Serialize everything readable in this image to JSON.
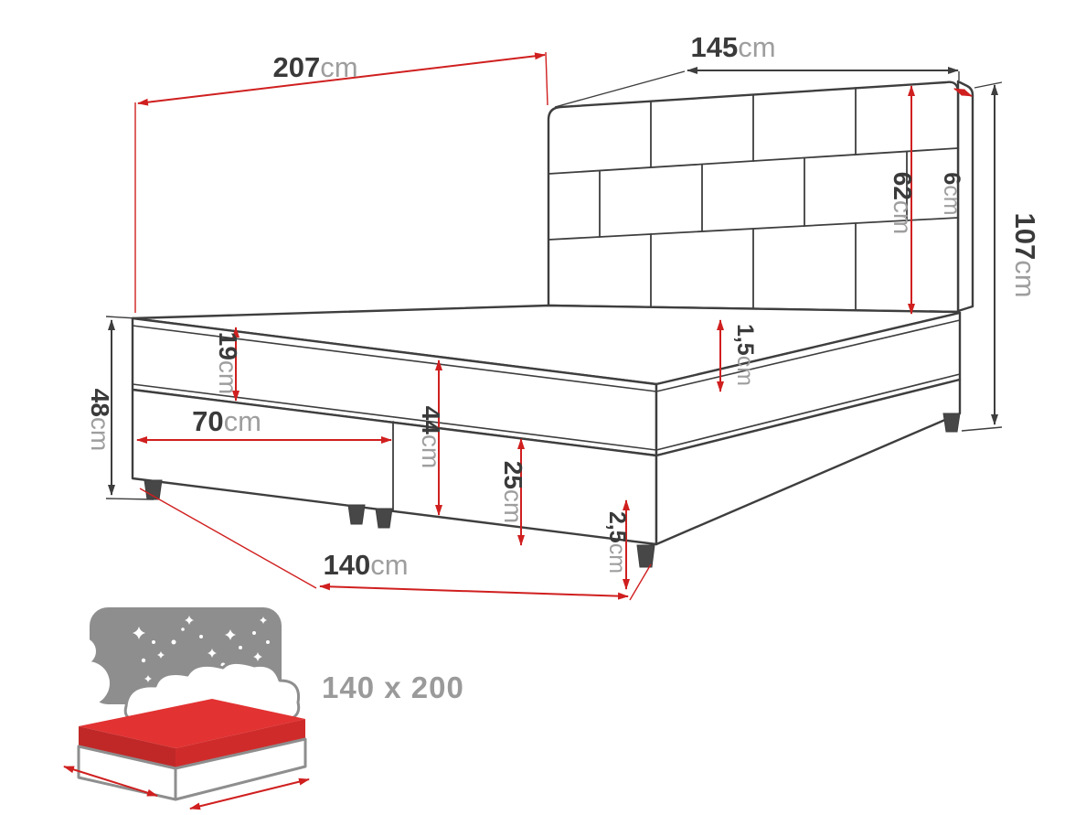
{
  "diagram": {
    "dims": {
      "d207": {
        "value": "207",
        "unit": "cm"
      },
      "d145": {
        "value": "145",
        "unit": "cm"
      },
      "d107": {
        "value": "107",
        "unit": "cm"
      },
      "d62": {
        "value": "62",
        "unit": "cm"
      },
      "d6": {
        "value": "6",
        "unit": "cm"
      },
      "d48": {
        "value": "48",
        "unit": "cm"
      },
      "d19": {
        "value": "19",
        "unit": "cm"
      },
      "d70": {
        "value": "70",
        "unit": "cm"
      },
      "d44": {
        "value": "44",
        "unit": "cm"
      },
      "d25": {
        "value": "25",
        "unit": "cm"
      },
      "d2_5": {
        "value": "2,5",
        "unit": "cm"
      },
      "d1_5": {
        "value": "1,5",
        "unit": "cm"
      },
      "d140": {
        "value": "140",
        "unit": "cm"
      }
    },
    "badge": {
      "size_label": "140 x 200"
    },
    "colors": {
      "dimension_red": "#d01f1f",
      "outline_dark": "#3e3e3e",
      "number_dark": "#3a3a3a",
      "unit_gray": "#9e9e9e",
      "icon_gray": "#8e8e8e",
      "icon_red": "#e23232",
      "background": "#ffffff"
    }
  }
}
